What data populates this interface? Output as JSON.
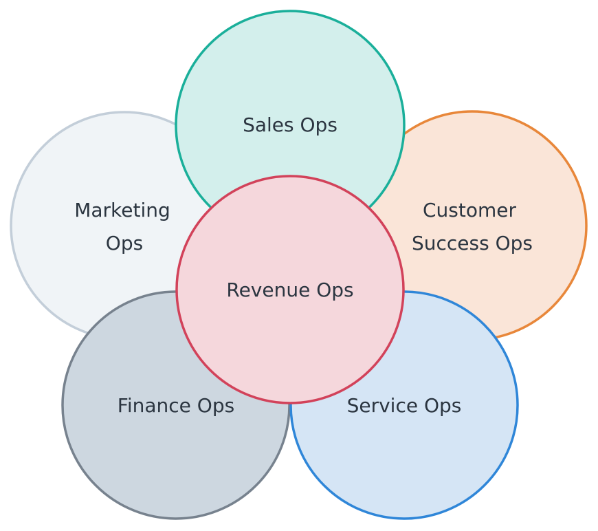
{
  "diagram": {
    "circles": [
      {
        "id": "marketing",
        "lines": [
          "Marketing",
          "Ops"
        ],
        "stroke": "#c3ced9",
        "fill": "#f0f4f7"
      },
      {
        "id": "customer-success",
        "lines": [
          "Customer",
          "Success Ops"
        ],
        "stroke": "#e8873a",
        "fill": "#fae5d8"
      },
      {
        "id": "sales",
        "lines": [
          "Sales Ops"
        ],
        "stroke": "#1aaf9a",
        "fill": "#d3efec"
      },
      {
        "id": "finance",
        "lines": [
          "Finance Ops"
        ],
        "stroke": "#77828e",
        "fill": "#cdd7e0"
      },
      {
        "id": "service",
        "lines": [
          "Service Ops"
        ],
        "stroke": "#2f86d8",
        "fill": "#d5e5f5"
      },
      {
        "id": "revenue",
        "lines": [
          "Revenue Ops"
        ],
        "stroke": "#d2425a",
        "fill": "#f5d7dc"
      }
    ]
  }
}
